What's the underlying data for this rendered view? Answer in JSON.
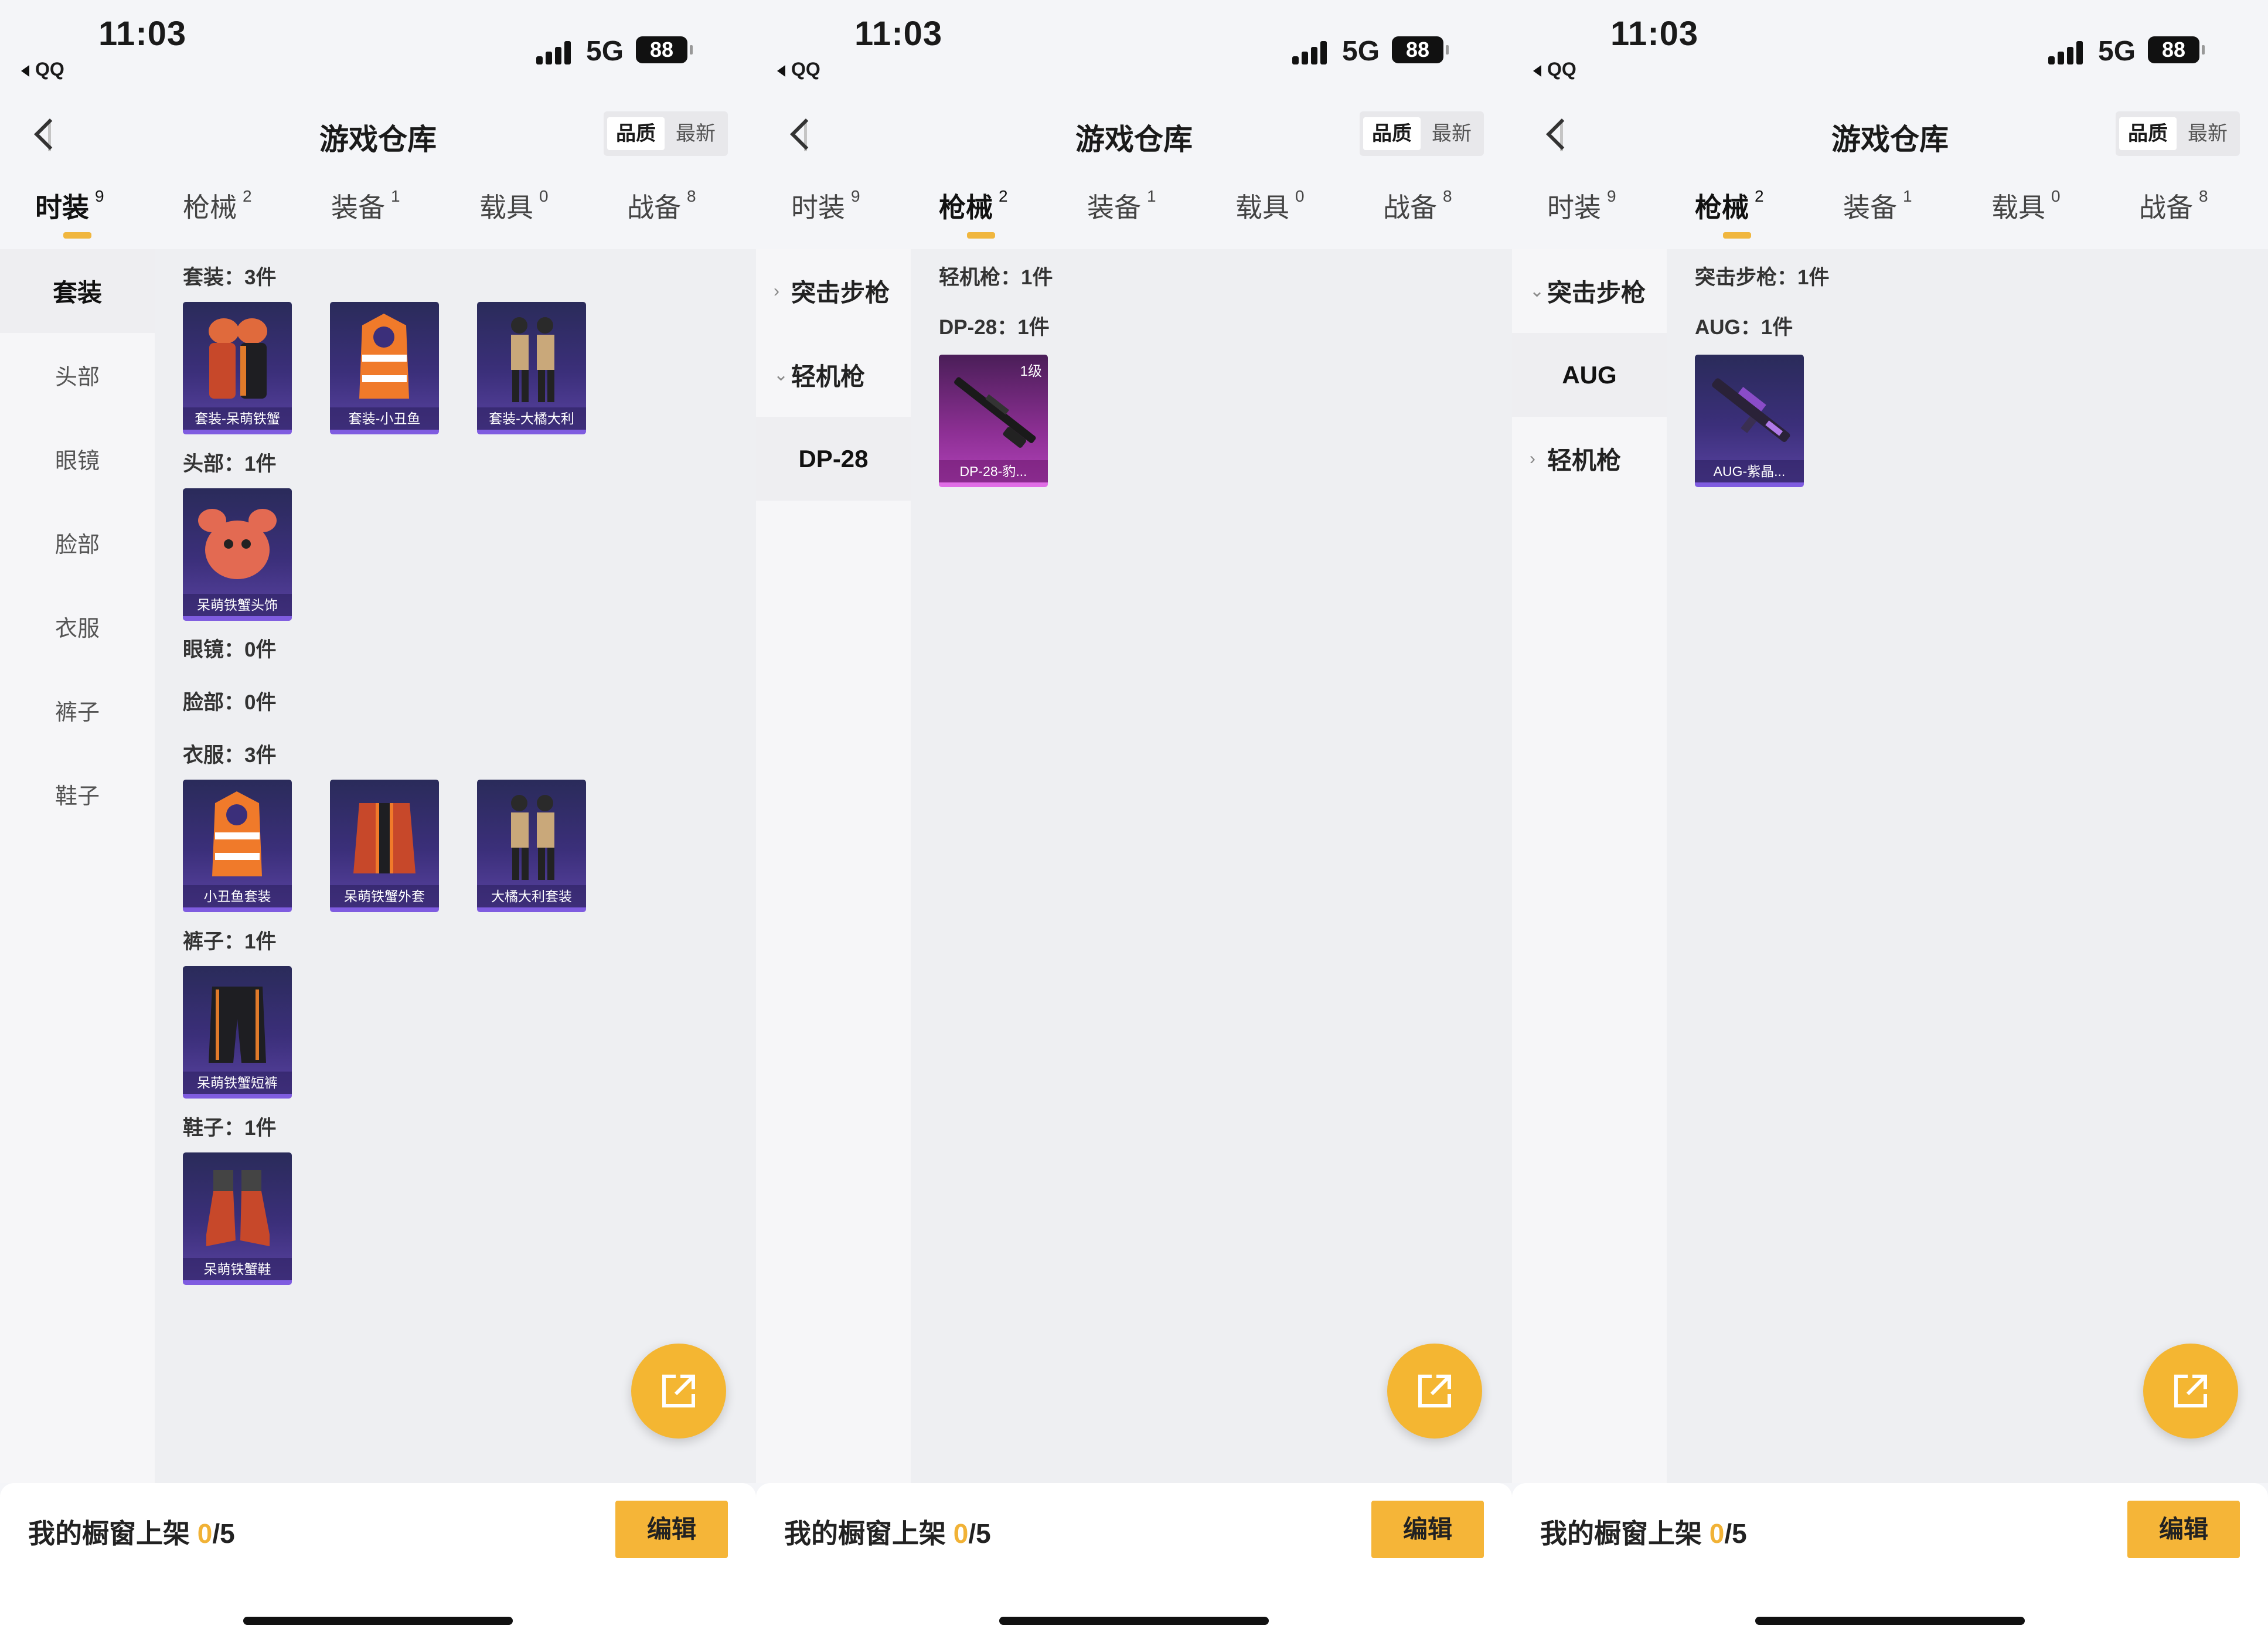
{
  "status": {
    "time": "11:03",
    "back_app": "QQ",
    "network": "5G",
    "battery": "88"
  },
  "header": {
    "title": "游戏仓库",
    "sort_quality": "品质",
    "sort_latest": "最新"
  },
  "tabs": [
    {
      "label": "时装",
      "count": "9"
    },
    {
      "label": "枪械",
      "count": "2"
    },
    {
      "label": "装备",
      "count": "1"
    },
    {
      "label": "载具",
      "count": "0"
    },
    {
      "label": "战备",
      "count": "8"
    }
  ],
  "panel0": {
    "active_tab": 0,
    "side": [
      "套装",
      "头部",
      "眼镜",
      "脸部",
      "衣服",
      "裤子",
      "鞋子"
    ],
    "sections": [
      {
        "label": "套装：3件",
        "items": [
          "套装-呆萌铁蟹",
          "套装-小丑鱼",
          "套装-大橘大利"
        ]
      },
      {
        "label": "头部：1件",
        "items": [
          "呆萌铁蟹头饰"
        ]
      },
      {
        "label": "眼镜：0件",
        "items": []
      },
      {
        "label": "脸部：0件",
        "items": []
      },
      {
        "label": "衣服：3件",
        "items": [
          "小丑鱼套装",
          "呆萌铁蟹外套",
          "大橘大利套装"
        ]
      },
      {
        "label": "裤子：1件",
        "items": [
          "呆萌铁蟹短裤"
        ]
      },
      {
        "label": "鞋子：1件",
        "items": [
          "呆萌铁蟹鞋"
        ]
      }
    ]
  },
  "panel1": {
    "active_tab": 1,
    "side": [
      "突击步枪",
      "轻机枪",
      "DP-28"
    ],
    "group_label": "轻机枪：1件",
    "sub_label": "DP-28：1件",
    "item": {
      "name": "DP-28-豹...",
      "level": "1级"
    }
  },
  "panel2": {
    "active_tab": 1,
    "side": [
      "突击步枪",
      "AUG",
      "轻机枪"
    ],
    "group_label": "突击步枪：1件",
    "sub_label": "AUG：1件",
    "item": {
      "name": "AUG-紫晶..."
    }
  },
  "bottom": {
    "label": "我的橱窗上架 ",
    "count": "0",
    "total": "/5",
    "edit": "编辑"
  },
  "colors": {
    "accent": "#f5b538",
    "card_purple": "#3b2f7a",
    "card_pink": "#8c2f93"
  }
}
